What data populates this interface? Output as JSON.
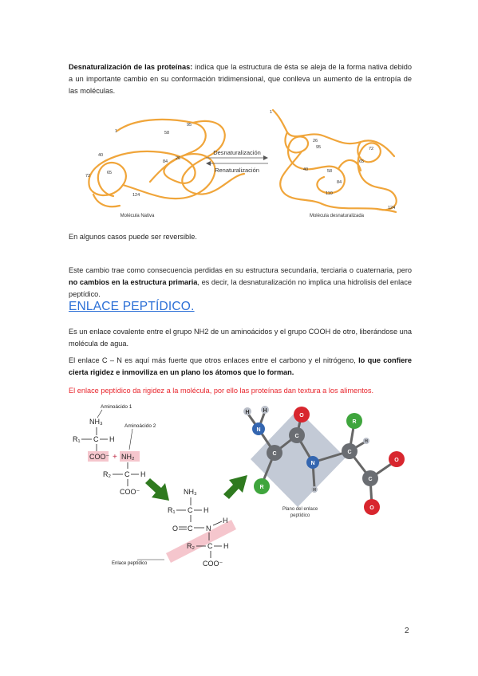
{
  "intro": {
    "term": "Desnaturalización de las proteínas:",
    "text": "indica que la estructura de ésta se aleja de la forma nativa debido a un importante cambio en su conformación tridimensional, que conlleva un aumento de la entropía de las moléculas."
  },
  "denat_figure": {
    "arrow_top": "Desnaturalización",
    "arrow_bottom": "Renaturalización",
    "native_caption": "Molécula Nativa",
    "denatured_caption": "Molécula desnaturalizada",
    "native_labels": [
      "1",
      "40",
      "65",
      "95",
      "72",
      "58",
      "84",
      "26",
      "124"
    ],
    "denatured_labels": [
      "1",
      "26",
      "95",
      "72",
      "65",
      "40",
      "58",
      "84",
      "110",
      "124"
    ]
  },
  "reversible": "En algunos casos puede ser reversible.",
  "change": {
    "pre": "Este cambio trae como consecuencia perdidas en su estructura secundaria, terciaria o cuaternaria, pero",
    "bold": "no cambios en la estructura primaria",
    "post": ", es decir, la desnaturalización no implica una hidrolisis del enlace peptídico."
  },
  "section_title": "ENLACE PEPTÍDICO.",
  "def": "Es un enlace covalente entre el grupo NH2 de un aminoácidos y el grupo COOH de otro, liberándose una molécula de agua.",
  "bond": {
    "pre": "El enlace C – N es aquí más fuerte que otros enlaces entre el carbono y el nitrógeno,",
    "bold": "lo que confiere cierta rigidez e inmoviliza en un plano los átomos que lo forman."
  },
  "highlight": "El enlace peptídico da rigidez a la molécula, por ello las proteínas dan textura a los alimentos.",
  "peptide_figure": {
    "aa1_label": "Aminoácido 1",
    "aa2_label": "Aminoácido 2",
    "bond_label": "Enlace peptídico",
    "plane_label_1": "Plano del enlace",
    "plane_label_2": "peptídico",
    "nh3": "NH₃",
    "nh2": "NH₂",
    "coo": "COO⁻",
    "plus": "+",
    "r1": "R₁",
    "r2": "R₂",
    "c": "C",
    "h": "H",
    "o": "O",
    "n": "N",
    "atom_n": "N",
    "atom_c": "C",
    "atom_o": "O",
    "atom_r": "R",
    "atom_h": "H"
  },
  "page_number": "2",
  "colors": {
    "heading": "#2b6fd6",
    "highlight": "#e8262d",
    "chain": "#f0a53a",
    "pink": "#f5c6cd",
    "green_arrow": "#2f7a1f",
    "plane": "#c3cad6"
  }
}
